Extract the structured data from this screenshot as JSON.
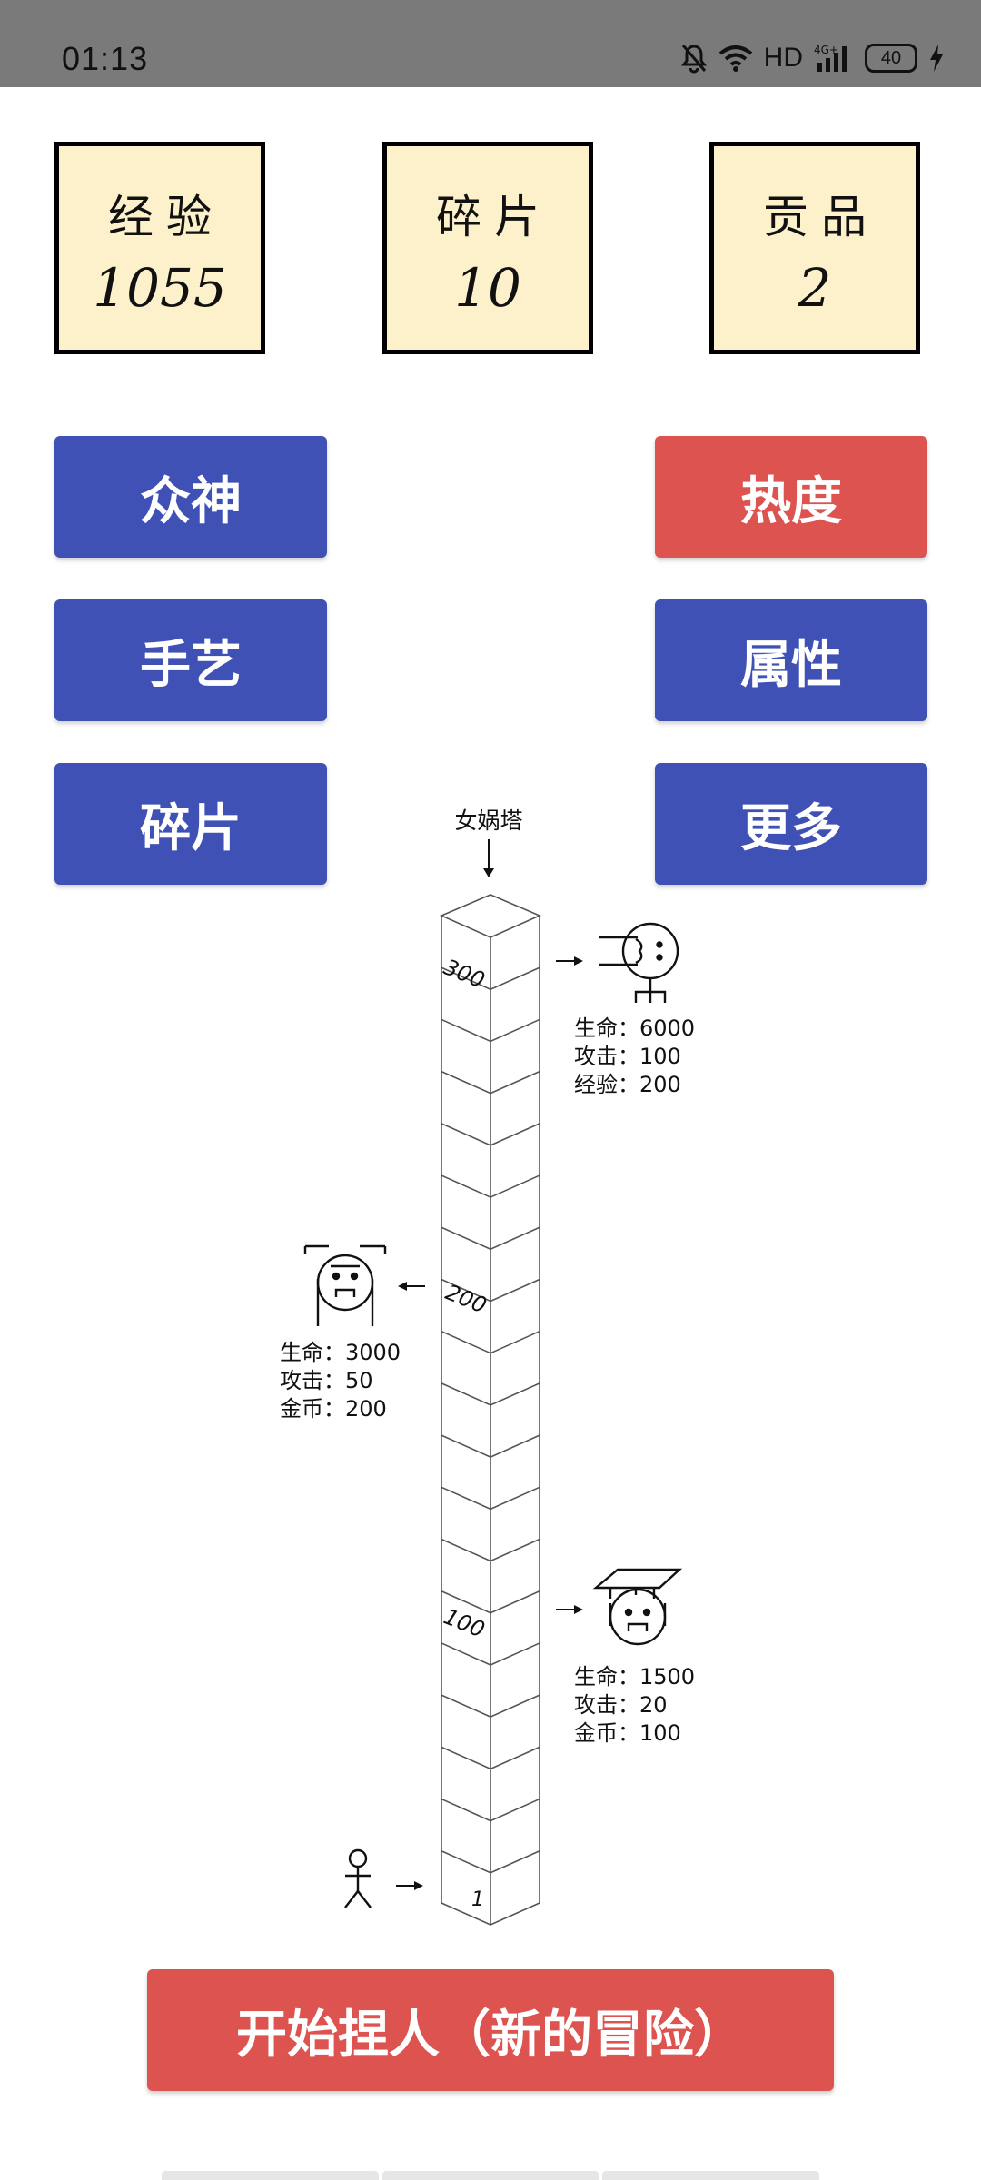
{
  "status_bar": {
    "time": "01:13",
    "network": "HD",
    "cell": "4G+",
    "battery": "40",
    "icons": [
      "mute-icon",
      "wifi-icon",
      "signal-icon",
      "battery-icon",
      "charging-icon"
    ]
  },
  "stats": [
    {
      "label": "经验",
      "value": "1055"
    },
    {
      "label": "碎片",
      "value": "10"
    },
    {
      "label": "贡品",
      "value": "2"
    }
  ],
  "buttons": {
    "gods": "众神",
    "heat": "热度",
    "craft": "手艺",
    "attributes": "属性",
    "fragments": "碎片",
    "more": "更多"
  },
  "tower": {
    "name": "女娲塔",
    "floor_labels": [
      "300",
      "200",
      "100",
      "1"
    ],
    "enemies": [
      {
        "floor": "300",
        "lines": [
          "生命：6000",
          "攻击：100",
          "经验：200"
        ]
      },
      {
        "floor": "200",
        "lines": [
          "生命：3000",
          "攻击：50",
          "金币：200"
        ]
      },
      {
        "floor": "100",
        "lines": [
          "生命：1500",
          "攻击：20",
          "金币：100"
        ]
      }
    ]
  },
  "start_button": "开始捏人（新的冒险）",
  "colors": {
    "status_bar": "#7a7a7a",
    "card_bg": "#fdf1cc",
    "blue": "#3f51b5",
    "red": "#dc5350"
  }
}
